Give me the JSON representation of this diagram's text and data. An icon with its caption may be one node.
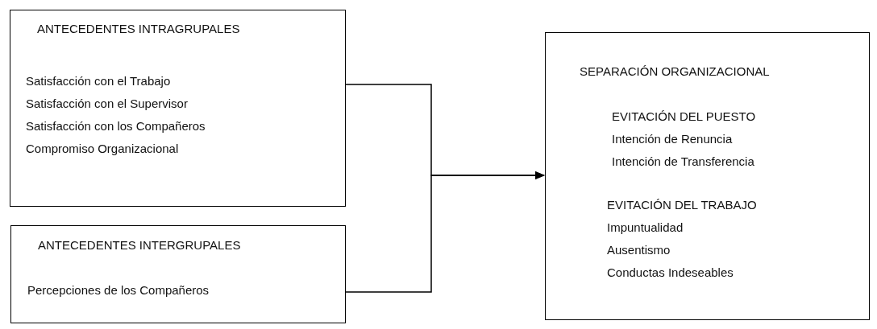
{
  "diagram": {
    "nodes": [
      {
        "text": [
          "ANTECEDENTES INTRAGRUPALES",
          "Satisfacción con el Trabajo",
          "Satisfacción con el Supervisor",
          "Satisfacción con los Compañeros",
          "Compromiso Organizacional"
        ]
      },
      {
        "text": [
          "ANTECEDENTES INTERGRUPALES",
          "Percepciones de los Compañeros"
        ]
      },
      {
        "text": [
          "SEPARACIÓN ORGANIZACIONAL",
          "EVITACIÓN DEL PUESTO",
          "Intención de Renuncia",
          "Intención de Transferencia",
          "EVITACIÓN DEL TRABAJO",
          "Impuntualidad",
          "Ausentismo",
          "Conductas Indeseables"
        ]
      }
    ],
    "edges": [
      {
        "from": 0,
        "to": 2,
        "arrow": "to"
      },
      {
        "from": 1,
        "to": 2,
        "arrow": "to"
      }
    ]
  }
}
